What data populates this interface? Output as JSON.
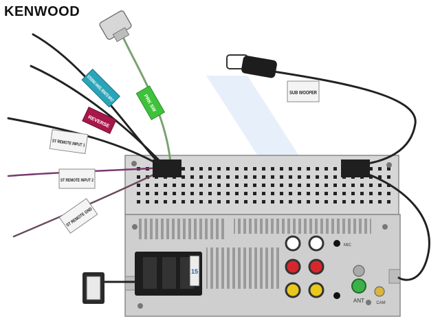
{
  "brand": {
    "name": "KENWOOD"
  },
  "labels": {
    "steering": "STEERING WHEEL REMOTE INPUT",
    "pkg_sw": "PRK SW",
    "reverse": "REVERSE",
    "st_remote_input1": "ST REMOTE INPUT 1",
    "st_remote_input2": "ST REMOTE INPUT 2",
    "st_remote_gnd": "ST REMOTE GND",
    "sub_woofer": "SUB WOOFER",
    "ant": "ANT",
    "cam": "CAM",
    "mic": "MIC",
    "fuse": "15"
  },
  "colors": {
    "steering_tag": "#2aa4b8",
    "pkg_tag": "#3ec23a",
    "reverse_tag": "#a8174a",
    "wire_violet": "#7a3a6e",
    "wire_green": "#7aa36f",
    "wire_black": "#222222",
    "rca_red": "#d8262d",
    "rca_white": "#f2f2f2",
    "rca_yellow": "#e8c81a",
    "chassis": "#d8d8d8"
  }
}
